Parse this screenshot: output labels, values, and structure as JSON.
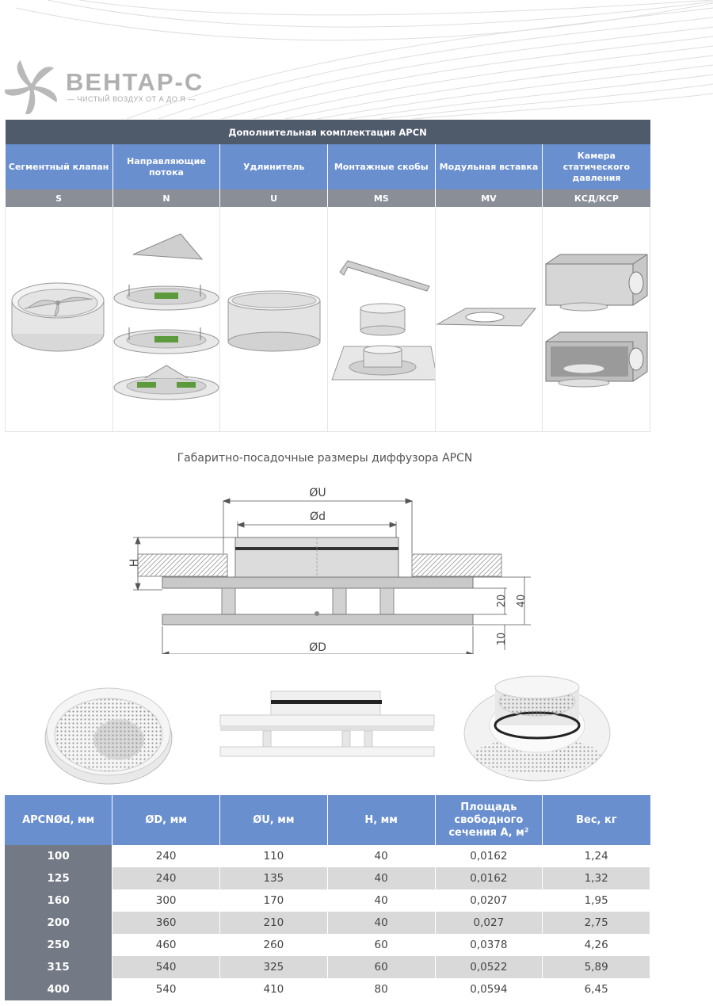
{
  "brand": {
    "name": "ВЕНТАР-С",
    "tagline": "— ЧИСТЫЙ ВОЗДУХ ОТ А ДО Я —"
  },
  "options": {
    "title": "Дополнительная комплектация APCN",
    "columns": [
      {
        "label": "Сегментный клапан",
        "code": "S"
      },
      {
        "label": "Направляющие потока",
        "code": "N"
      },
      {
        "label": "Удлинитель",
        "code": "U"
      },
      {
        "label": "Монтажные скобы",
        "code": "MS"
      },
      {
        "label": "Модульная вставка",
        "code": "MV"
      },
      {
        "label": "Камера статического давления",
        "code": "КСД/КСР"
      }
    ]
  },
  "drawing": {
    "title": "Габаритно-посадочные размеры диффузора  APCN",
    "labels": {
      "u": "ØU",
      "d": "Ød",
      "h": "H",
      "D": "ØD",
      "dim20": "20",
      "dim40": "40",
      "dim10": "10"
    }
  },
  "specs": {
    "headers": [
      "APCNØd, мм",
      "ØD, мм",
      "ØU, мм",
      "H, мм",
      "Площадь свободного сечения А, м²",
      "Вес, кг"
    ],
    "rows": [
      [
        "100",
        "240",
        "110",
        "40",
        "0,0162",
        "1,24"
      ],
      [
        "125",
        "240",
        "135",
        "40",
        "0,0162",
        "1,32"
      ],
      [
        "160",
        "300",
        "170",
        "40",
        "0,0207",
        "1,95"
      ],
      [
        "200",
        "360",
        "210",
        "40",
        "0,027",
        "2,75"
      ],
      [
        "250",
        "460",
        "260",
        "60",
        "0,0378",
        "4,26"
      ],
      [
        "315",
        "540",
        "325",
        "60",
        "0,0522",
        "5,89"
      ],
      [
        "400",
        "540",
        "410",
        "80",
        "0,0594",
        "6,45"
      ]
    ]
  },
  "colors": {
    "header_blue": "#6a8fcf",
    "title_dark": "#4f5a6b",
    "code_gray": "#8a8e97",
    "row_head": "#737a86",
    "stripe": "#d9d9d9"
  }
}
